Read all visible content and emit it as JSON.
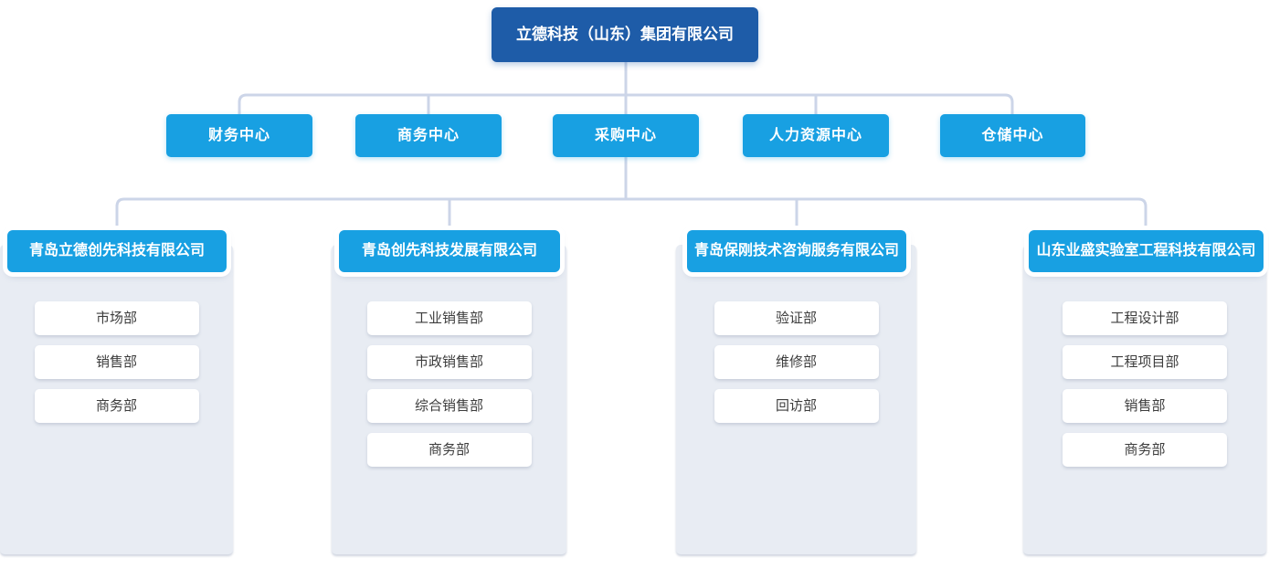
{
  "root": {
    "label": "立德科技（山东）集团有限公司"
  },
  "centers": [
    {
      "label": "财务中心"
    },
    {
      "label": "商务中心"
    },
    {
      "label": "采购中心"
    },
    {
      "label": "人力资源中心"
    },
    {
      "label": "仓储中心"
    }
  ],
  "companies": [
    {
      "name": "青岛立德创先科技有限公司",
      "departments": [
        "市场部",
        "销售部",
        "商务部"
      ]
    },
    {
      "name": "青岛创先科技发展有限公司",
      "departments": [
        "工业销售部",
        "市政销售部",
        "综合销售部",
        "商务部"
      ]
    },
    {
      "name": "青岛保刚技术咨询服务有限公司",
      "departments": [
        "验证部",
        "维修部",
        "回访部"
      ]
    },
    {
      "name": "山东业盛实验室工程科技有限公司",
      "departments": [
        "工程设计部",
        "工程项目部",
        "销售部",
        "商务部"
      ]
    }
  ],
  "colors": {
    "root_box": "#1e5ca8",
    "center_box": "#18a0e2",
    "panel": "#e8ecf3",
    "connector": "#ccd5e8",
    "department_text": "#3d3d3d"
  }
}
